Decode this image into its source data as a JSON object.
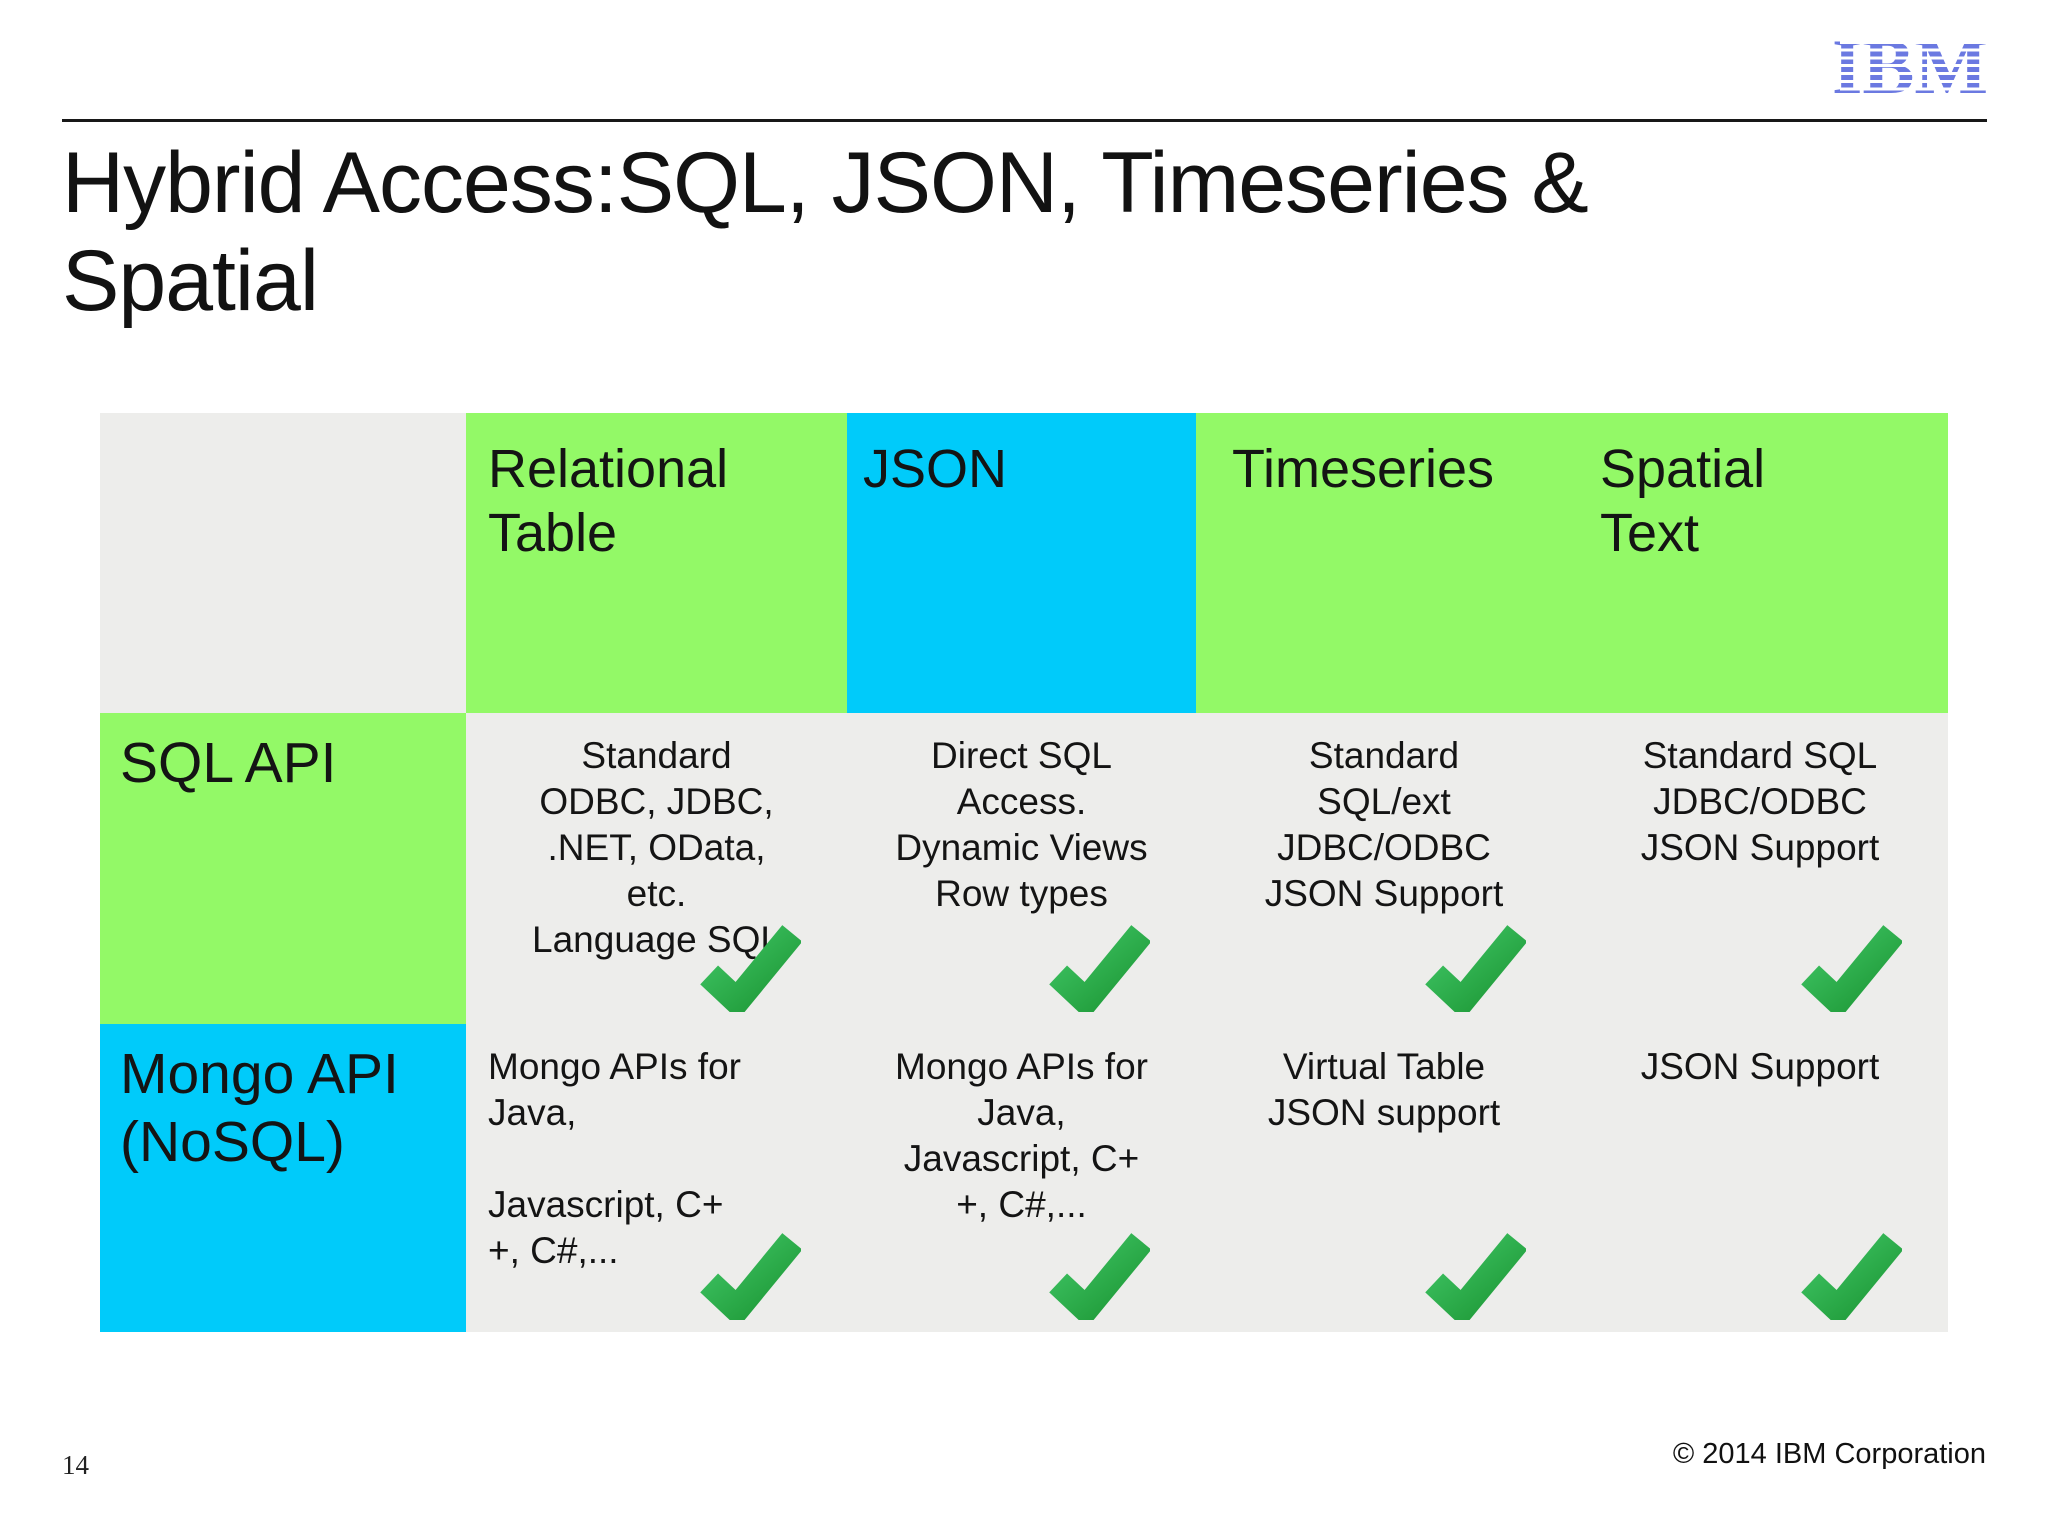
{
  "slide": {
    "logo_text": "IBM",
    "title_lines": [
      "Hybrid Access:SQL, JSON, Timeseries &",
      "Spatial"
    ],
    "page_number": "14",
    "copyright": "© 2014 IBM Corporation"
  },
  "colors": {
    "header_green": "#93F967",
    "header_cyan": "#00CBFA",
    "cell_gray": "#EDEDEB",
    "check_green_light": "#41C767",
    "check_green_dark": "#1C9634",
    "logo_blue": "#6B79E1"
  },
  "table": {
    "columns": [
      {
        "lines": [
          "Relational",
          "Table"
        ],
        "bg": "green"
      },
      {
        "lines": [
          "JSON"
        ],
        "bg": "cyan"
      },
      {
        "lines": [
          "Timeseries"
        ],
        "bg": "green"
      },
      {
        "lines": [
          "Spatial",
          "Text"
        ],
        "bg": "green"
      }
    ],
    "rows": [
      {
        "label_lines": [
          "SQL API"
        ],
        "bg": "green",
        "cells": [
          {
            "lines": [
              "Standard",
              "ODBC, JDBC,",
              ".NET, OData,",
              "etc.",
              "Language SQL"
            ],
            "align": "center",
            "check": true
          },
          {
            "lines": [
              "Direct SQL",
              "Access.",
              "Dynamic Views",
              "Row types"
            ],
            "align": "center",
            "check": true
          },
          {
            "lines": [
              "Standard",
              "SQL/ext",
              "JDBC/ODBC",
              "JSON Support"
            ],
            "align": "center",
            "check": true
          },
          {
            "lines": [
              "Standard SQL",
              "JDBC/ODBC",
              "JSON Support"
            ],
            "align": "center",
            "check": true
          }
        ]
      },
      {
        "label_lines": [
          "Mongo API",
          "(NoSQL)"
        ],
        "bg": "cyan",
        "cells": [
          {
            "lines": [
              "Mongo APIs for",
              "Java,",
              "",
              "Javascript, C+",
              "+, C#,..."
            ],
            "align": "left",
            "check": true
          },
          {
            "lines": [
              "Mongo APIs for",
              "Java,",
              "Javascript, C+",
              "+, C#,..."
            ],
            "align": "center",
            "check": true
          },
          {
            "lines": [
              "Virtual Table",
              "JSON support"
            ],
            "align": "center",
            "check": true
          },
          {
            "lines": [
              "JSON Support"
            ],
            "align": "center",
            "check": true
          }
        ]
      }
    ]
  }
}
